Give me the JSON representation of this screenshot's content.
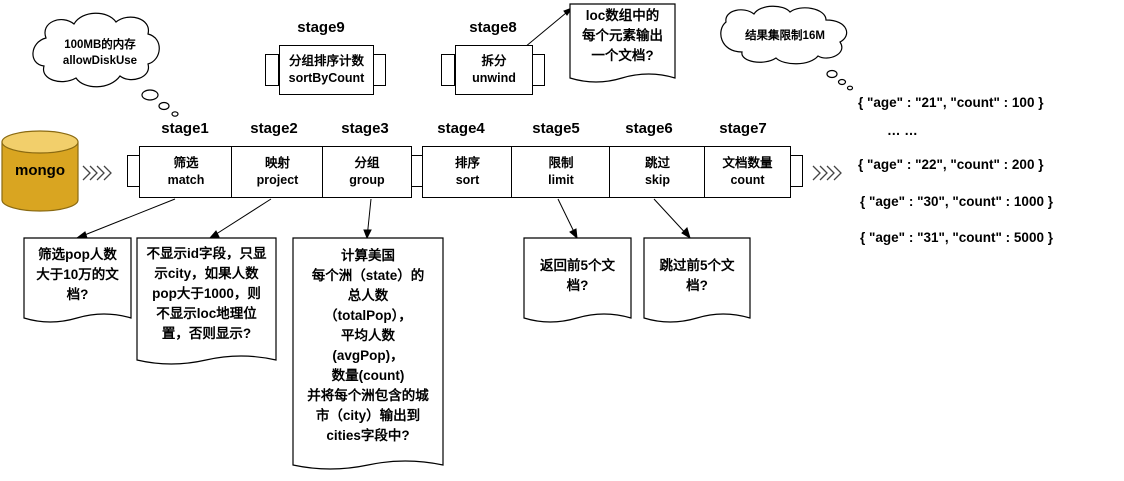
{
  "source": {
    "label": "mongo"
  },
  "clouds": [
    {
      "id": "memory",
      "line1": "100MB的内存",
      "line2": "allowDiskUse"
    },
    {
      "id": "limit",
      "line1": "结果集限制16M"
    }
  ],
  "top_stages": [
    {
      "stage": "stage9",
      "cn": "分组排序计数",
      "en": "sortByCount"
    },
    {
      "stage": "stage8",
      "cn": "拆分",
      "en": "unwind"
    }
  ],
  "unwind_note": [
    "loc数组中的",
    "每个元素输出",
    "一个文档?"
  ],
  "stages": [
    {
      "stage": "stage1",
      "cn": "筛选",
      "en": "match"
    },
    {
      "stage": "stage2",
      "cn": "映射",
      "en": "project"
    },
    {
      "stage": "stage3",
      "cn": "分组",
      "en": "group"
    },
    {
      "stage": "stage4",
      "cn": "排序",
      "en": "sort"
    },
    {
      "stage": "stage5",
      "cn": "限制",
      "en": "limit"
    },
    {
      "stage": "stage6",
      "cn": "跳过",
      "en": "skip"
    },
    {
      "stage": "stage7",
      "cn": "文档数量",
      "en": "count"
    }
  ],
  "notes": {
    "match": [
      "筛选pop人数",
      "大于10万的文",
      "档?"
    ],
    "project": [
      "不显示id字段，只显",
      "示city，如果人数",
      "pop大于1000，则",
      "不显示loc地理位",
      "置，否则显示?"
    ],
    "group": [
      "计算美国",
      "每个洲（state）的",
      "总人数",
      "（totalPop），",
      "平均人数",
      "(avgPop)，",
      "数量(count)",
      "并将每个洲包含的城",
      "市（city）输出到",
      "cities字段中?"
    ],
    "limit": [
      "返回前5个文",
      "档?"
    ],
    "skip": [
      "跳过前5个文",
      "档?"
    ]
  },
  "results": [
    "{ \"age\" : \"21\", \"count\" : 100 }",
    "… …",
    "{ \"age\" : \"22\", \"count\" : 200 }",
    "{ \"age\" : \"30\", \"count\" : 1000 }",
    "{ \"age\" : \"31\", \"count\" : 5000 }"
  ]
}
